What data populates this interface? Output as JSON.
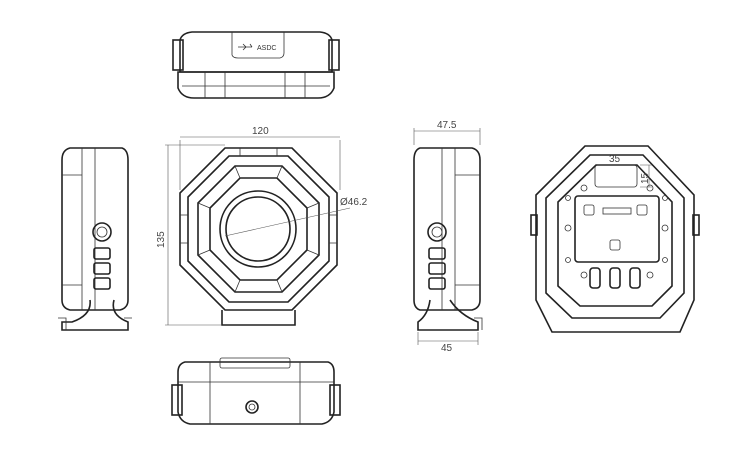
{
  "drawing": {
    "top_view": {
      "port_label": "ASDC",
      "usb_icon": "usb-icon"
    },
    "front_view": {
      "width_dim": "120",
      "height_dim": "135",
      "lens_dim": "Ø46.2"
    },
    "right_side_view": {
      "depth_dim": "47.5",
      "base_dim": "45"
    },
    "back_view": {
      "slot_width_dim": "35",
      "slot_height_dim": "15"
    }
  }
}
